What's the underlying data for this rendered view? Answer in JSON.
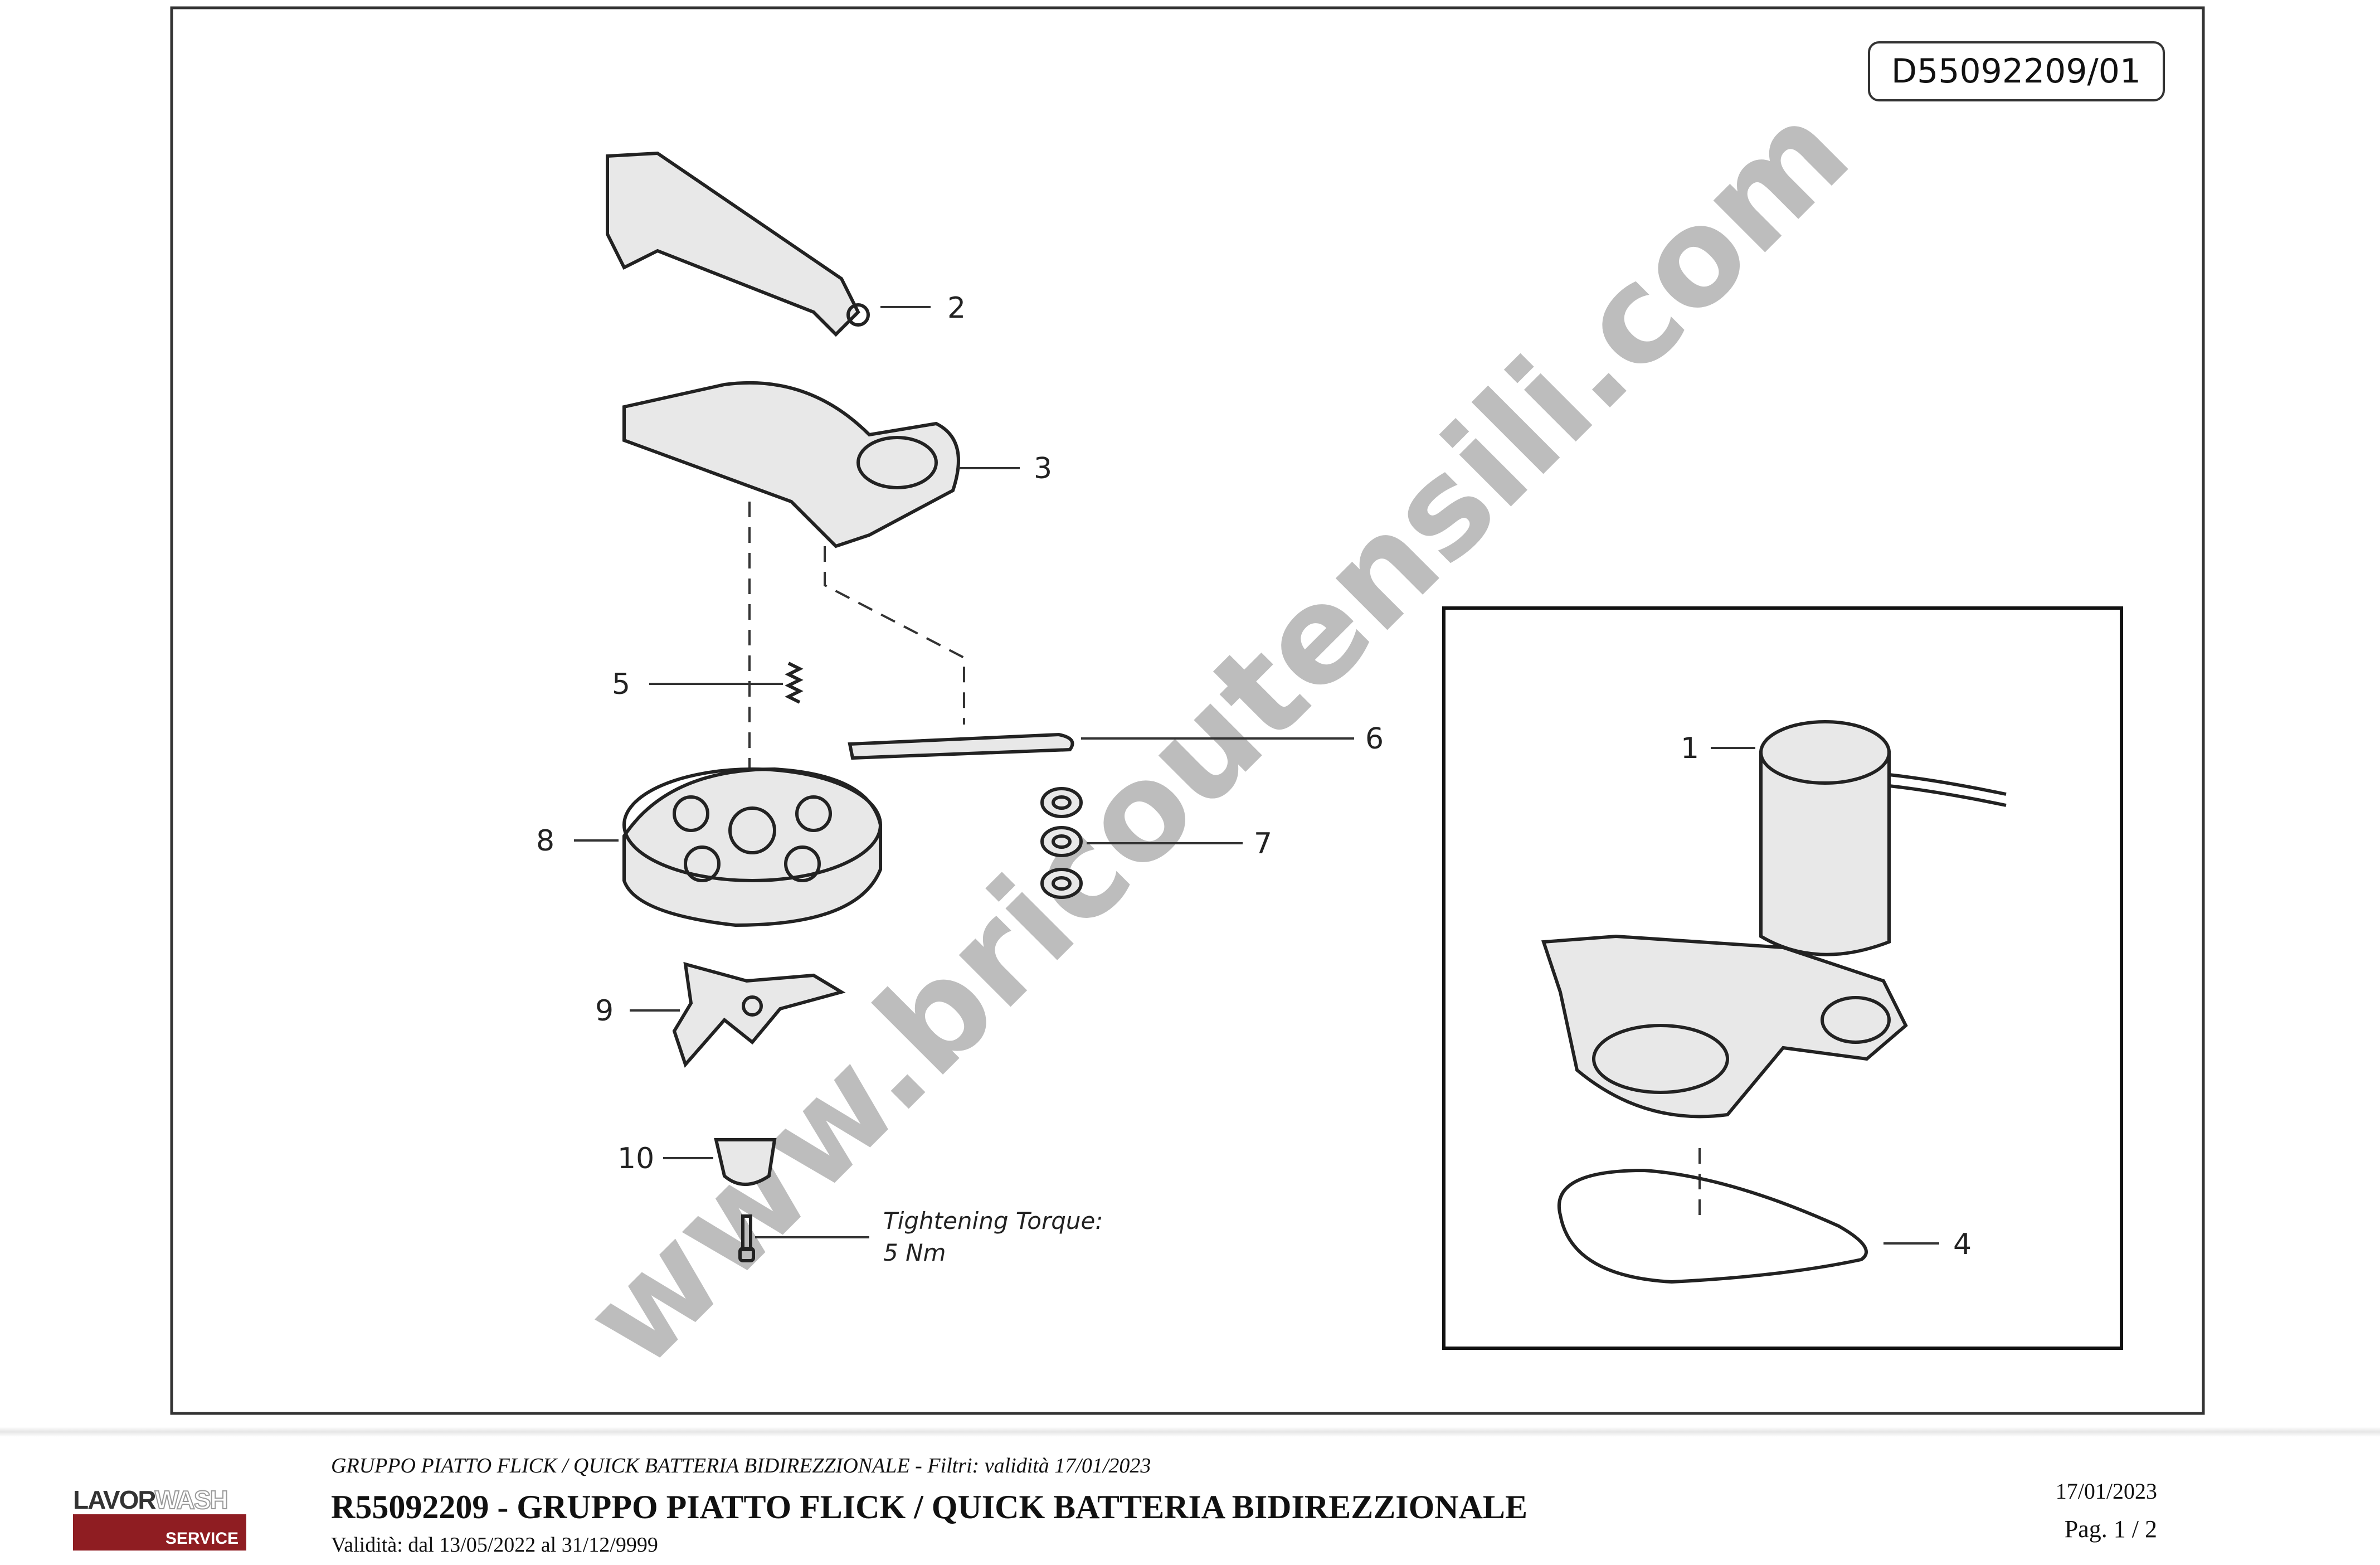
{
  "drawing": {
    "code": "D55092209/01",
    "watermark": "www.bricoutensili.com",
    "callouts": [
      "1",
      "2",
      "3",
      "4",
      "5",
      "6",
      "7",
      "8",
      "9",
      "10"
    ],
    "torque_note": [
      "Tightening Torque:",
      "5 Nm"
    ]
  },
  "footer": {
    "subtitle": "GRUPPO PIATTO FLICK / QUICK BATTERIA BIDIREZZIONALE - Filtri: validità 17/01/2023",
    "title": "R55092209 - GRUPPO PIATTO FLICK / QUICK BATTERIA BIDIREZZIONALE",
    "validity": "Validità: dal 13/05/2022 al 31/12/9999",
    "date": "17/01/2023",
    "page": "Pag. 1 / 2",
    "logo": {
      "brand_a": "LAVOR",
      "brand_b": "WASH",
      "service": "SERVICE",
      "color": "#8f1d22"
    }
  }
}
